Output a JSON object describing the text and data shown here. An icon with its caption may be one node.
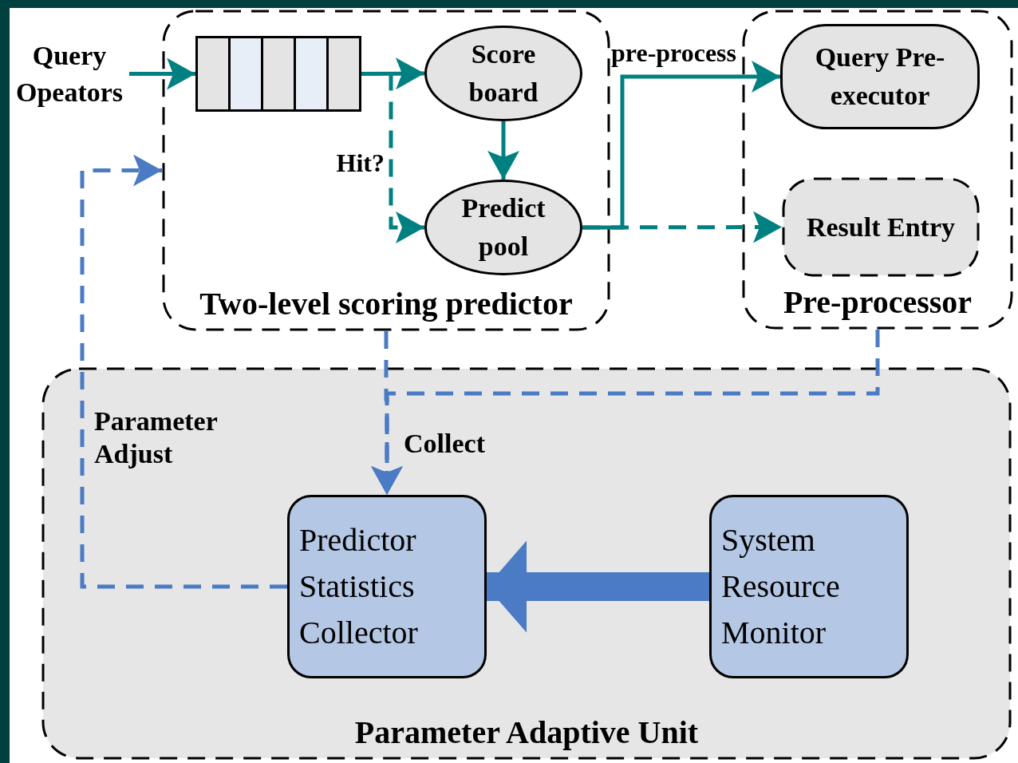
{
  "diagram": {
    "nodes": [
      {
        "text": [
          "Query Opeators"
        ]
      },
      {
        "text": [
          "Two-level scoring predictor"
        ]
      },
      {
        "text": [],
        "shape": "box",
        "in": 1
      },
      {
        "text": [
          "Score board"
        ],
        "in": 1
      },
      {
        "text": [
          "Predict pool"
        ],
        "in": 1
      },
      {
        "text": [
          "Pre-processor"
        ]
      },
      {
        "text": [
          "Query Pre-executor"
        ],
        "in": 5
      },
      {
        "text": [
          "Result Entry"
        ],
        "in": 5
      },
      {
        "text": [
          "Parameter Adaptive Unit"
        ]
      },
      {
        "text": [
          "Predictor Statistics Collector"
        ],
        "in": 8
      },
      {
        "text": [
          "System Resource Monitor"
        ],
        "in": 8
      }
    ],
    "edges": [
      {
        "from": 0,
        "to": 2,
        "arrow": "to"
      },
      {
        "from": 2,
        "to": 3,
        "arrow": "to"
      },
      {
        "from": 2,
        "to": 4,
        "arrow": "to",
        "label": "Hit?",
        "style": "dashed"
      },
      {
        "from": 3,
        "to": 4,
        "arrow": "to"
      },
      {
        "from": 4,
        "to": 6,
        "arrow": "to",
        "label": "pre-process"
      },
      {
        "from": 4,
        "to": 7,
        "arrow": "to",
        "style": "dashed"
      },
      {
        "from": 9,
        "to": 1,
        "arrow": "to",
        "label": "Parameter Adjust",
        "style": "dashed",
        "color": "#4a7bc4"
      },
      {
        "from": 1,
        "to": 9,
        "arrow": "to",
        "label": "Collect",
        "style": "dashed",
        "color": "#4a7bc4"
      },
      {
        "from": 5,
        "to": 9,
        "arrow": "to",
        "style": "dashed",
        "color": "#4a7bc4"
      },
      {
        "from": 10,
        "to": 9,
        "arrow": "to",
        "style": "thick",
        "color": "#4a7bc4"
      }
    ]
  }
}
